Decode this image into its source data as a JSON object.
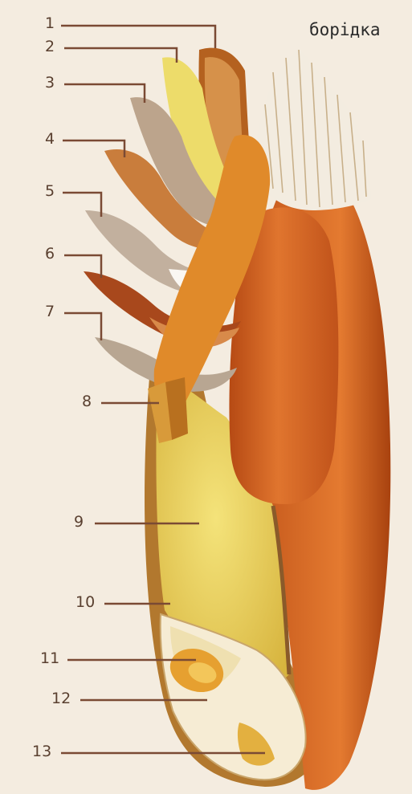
{
  "title": "борідка",
  "labels": [
    "1",
    "2",
    "3",
    "4",
    "5",
    "6",
    "7",
    "8",
    "9",
    "10",
    "11",
    "12",
    "13"
  ],
  "colors": {
    "background": "#f4ece0",
    "leader": "#7a4a34",
    "pericarp": "#cf5e1c",
    "endosperm": "#e2c24a",
    "beard": "#f3ece0"
  }
}
